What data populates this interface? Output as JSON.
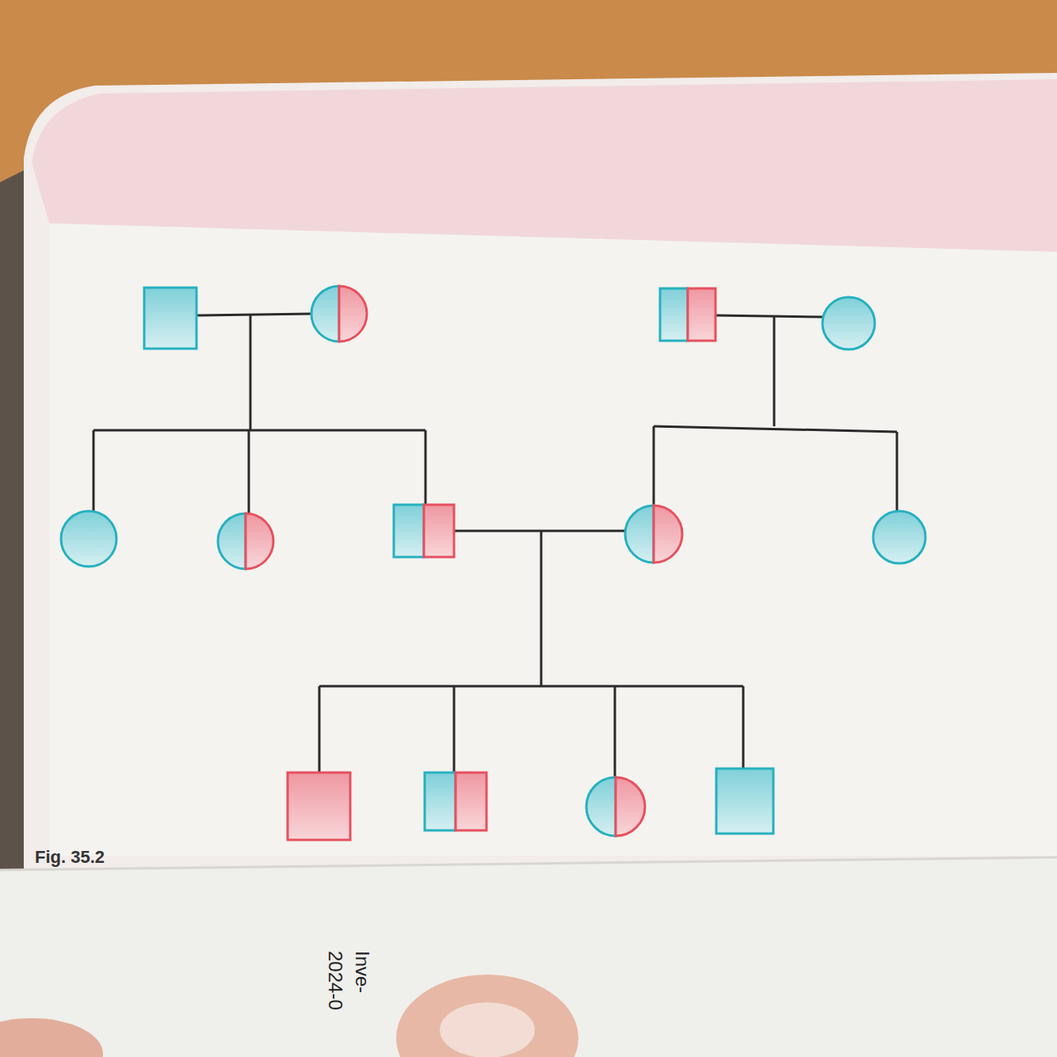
{
  "diagram": {
    "labels": [
      "Fig. 35.2",
      "Inve-",
      "2024-0"
    ]
  }
}
